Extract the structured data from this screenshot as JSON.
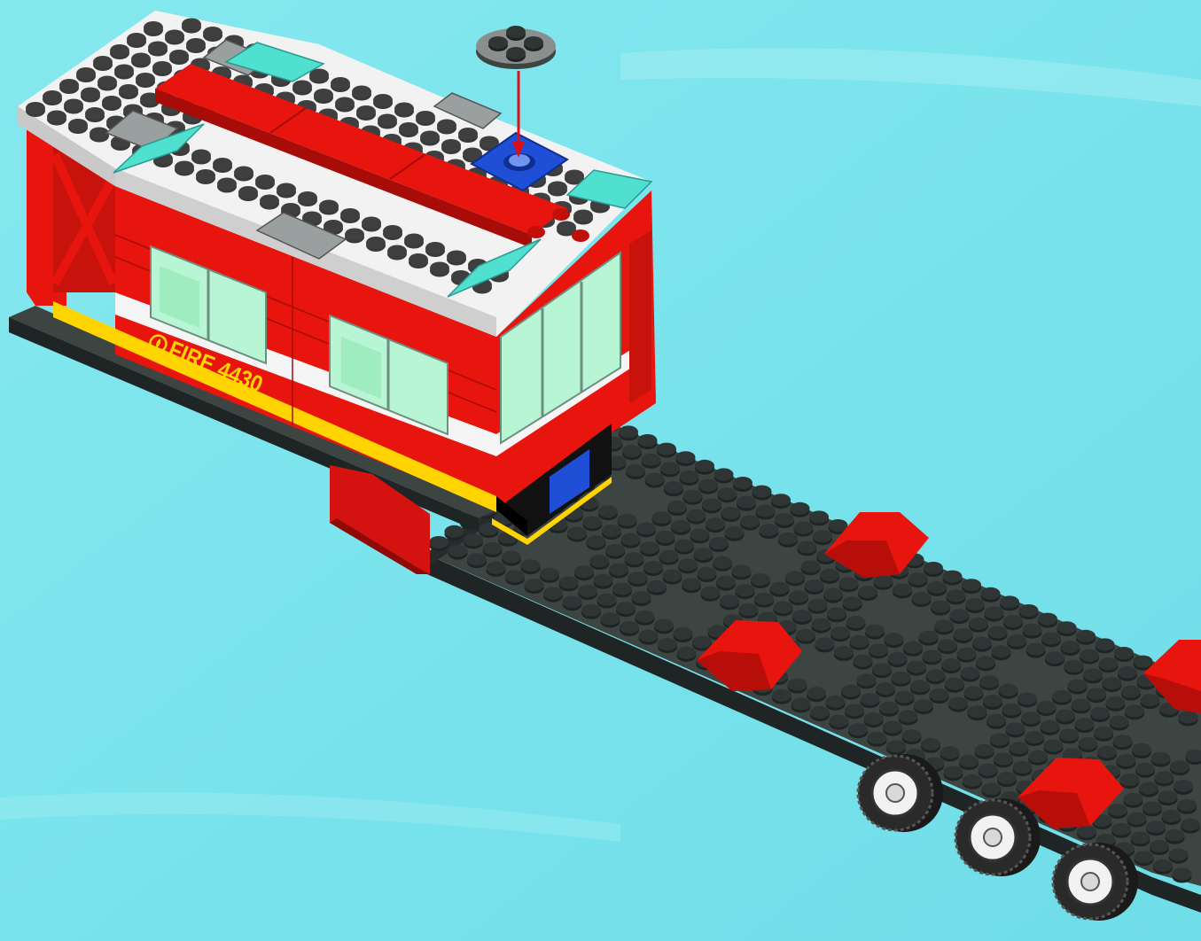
{
  "scene": {
    "type": "building-instructions-step",
    "subject": "fire-truck-trailer",
    "colors": {
      "background": "#79e3ec",
      "background_light": "#9fedf2",
      "red": "#e8150f",
      "red_dark": "#a80c08",
      "white": "#f2f2f2",
      "dark_gray": "#3d4543",
      "light_gray": "#8a8f8e",
      "trans_cyan": "#4fe0d0",
      "trans_green": "#9cf0c0",
      "blue": "#1f4fd6",
      "yellow": "#ffd400",
      "arrow": "#d8101a"
    }
  },
  "decal": {
    "text": "FIRE 4430",
    "icon": "fire-emblem-icon"
  },
  "new_part": {
    "name": "gray-round-plate-with-four-studs",
    "placement_arrow": "red-arrow-down"
  }
}
